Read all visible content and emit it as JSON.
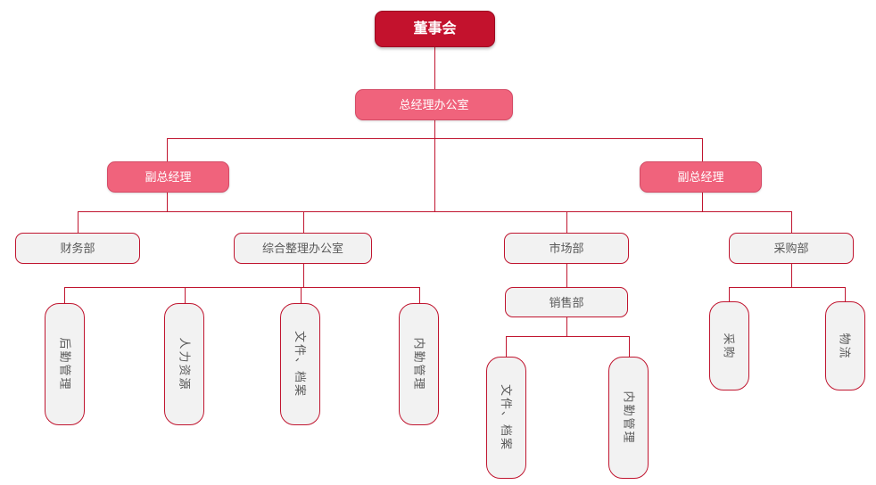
{
  "org": {
    "board": "董事会",
    "gm_office": "总经理办公室",
    "deputy_left": "副总经理",
    "deputy_right": "副总经理",
    "finance": "财务部",
    "general_office": "综合整理办公室",
    "marketing": "市场部",
    "purchasing_dept": "采购部",
    "sales": "销售部",
    "logistics_mgmt": "后勤管理",
    "human_resources": "人力资源",
    "files_archives_a": "文件、档案",
    "internal_affairs_a": "内勤管理",
    "files_archives_b": "文件、档案",
    "internal_affairs_b": "内勤管理",
    "procurement": "采购",
    "logistics": "物流"
  },
  "colors": {
    "board": "#c3122d",
    "pink": "#f0637c",
    "node_fill": "#f2f2f2",
    "line": "#c0152f",
    "node_text": "#595959"
  }
}
